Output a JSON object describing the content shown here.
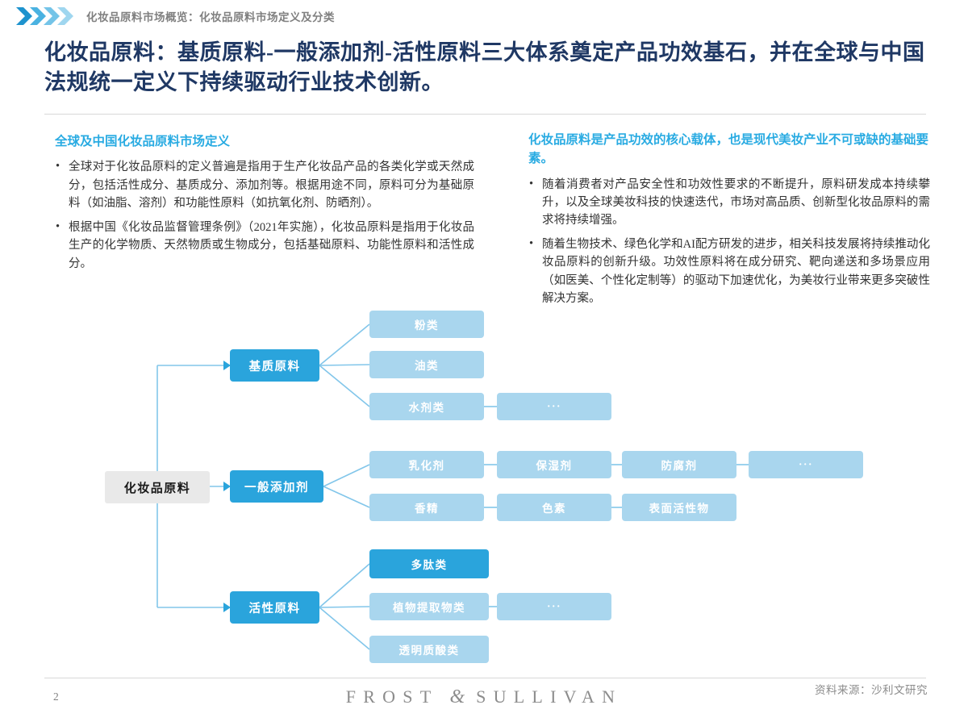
{
  "header": {
    "breadcrumb": "化妆品原料市场概览：化妆品原料市场定义及分类"
  },
  "title": "化妆品原料：基质原料-一般添加剂-活性原料三大体系奠定产品功效基石，并在全球与中国法规统一定义下持续驱动行业技术创新。",
  "definition_section": {
    "heading": "全球及中国化妆品原料市场定义",
    "bullets": [
      "全球对于化妆品原料的定义普遍是指用于生产化妆品产品的各类化学或天然成分，包括活性成分、基质成分、添加剂等。根据用途不同，原料可分为基础原料（如油脂、溶剂）和功能性原料（如抗氧化剂、防晒剂）。",
      "根据中国《化妆品监督管理条例》（2021年实施），化妆品原料是指用于化妆品生产的化学物质、天然物质或生物成分，包括基础原料、功能性原料和活性成分。"
    ]
  },
  "insight_section": {
    "heading": "化妆品原料是产品功效的核心载体，也是现代美妆产业不可或缺的基础要素。",
    "bullets": [
      "随着消费者对产品安全性和功效性要求的不断提升，原料研发成本持续攀升，以及全球美妆科技的快速迭代，市场对高品质、创新型化妆品原料的需求将持续增强。",
      "随着生物技术、绿色化学和AI配方研发的进步，相关科技发展将持续推动化妆品原料的创新升级。功效性原料将在成分研究、靶向递送和多场景应用（如医美、个性化定制等）的驱动下加速优化，为美妆行业带来更多突破性解决方案。"
    ]
  },
  "diagram": {
    "root": "化妆品原料",
    "branches": [
      {
        "label": "基质原料",
        "children": [
          "粉类",
          "油类",
          "水剂类",
          "···"
        ]
      },
      {
        "label": "一般添加剂",
        "row1": [
          "乳化剂",
          "保湿剂",
          "防腐剂",
          "···"
        ],
        "row2": [
          "香精",
          "色素",
          "表面活性物"
        ]
      },
      {
        "label": "活性原料",
        "children": [
          "多肽类",
          "植物提取物类",
          "···",
          "透明质酸类"
        ]
      }
    ]
  },
  "footer": {
    "page_number": "2",
    "brand_left": "FROST",
    "brand_amp": "&",
    "brand_right": "SULLIVAN",
    "source": "资料来源：沙利文研究"
  },
  "colors": {
    "accent-blue": "#2AA4DC",
    "leaf-blue": "#A9D6EE",
    "line-blue": "#82C6EA",
    "heading-blue": "#29ABE2",
    "title-navy": "#1F3864",
    "root-gray": "#E9E9E9",
    "text-gray": "#808080"
  }
}
